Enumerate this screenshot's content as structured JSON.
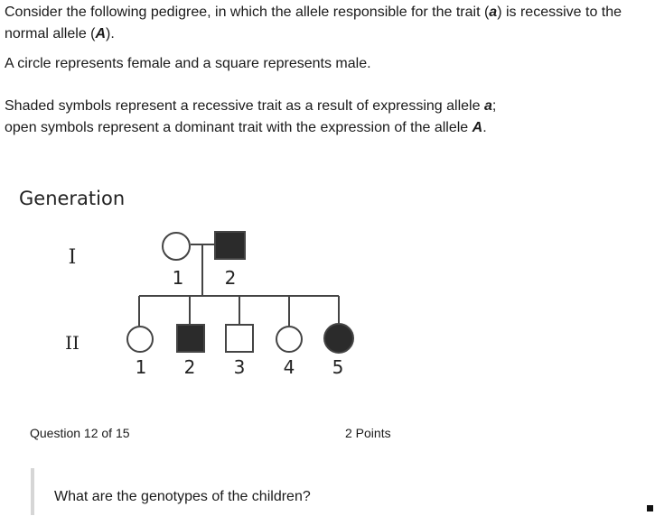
{
  "intro": {
    "line1_start": "Consider the following pedigree, in which the allele responsible for the trait (",
    "line1_allele_recessive": "a",
    "line1_mid": ") is recessive to the normal allele (",
    "line1_allele_dominant": "A",
    "line1_end": ").",
    "line2": "A circle represents female and a square represents male.",
    "line3_start": "Shaded symbols represent a recessive trait as a result of expressing allele ",
    "line3_allele": "a",
    "line3_end": ";",
    "line4_start": "open symbols represent a dominant trait with the expression of the allele ",
    "line4_allele": "A",
    "line4_end": "."
  },
  "pedigree": {
    "heading": "Generation",
    "generations": [
      {
        "label": "I",
        "members": [
          {
            "number": "1",
            "sex": "female",
            "affected": false
          },
          {
            "number": "2",
            "sex": "male",
            "affected": true
          }
        ]
      },
      {
        "label": "II",
        "members": [
          {
            "number": "1",
            "sex": "female",
            "affected": false
          },
          {
            "number": "2",
            "sex": "male",
            "affected": true
          },
          {
            "number": "3",
            "sex": "male",
            "affected": false
          },
          {
            "number": "4",
            "sex": "female",
            "affected": false
          },
          {
            "number": "5",
            "sex": "female",
            "affected": true
          }
        ]
      }
    ],
    "colors": {
      "line": "#444444",
      "affected_fill": "#2b2b2b",
      "open_fill": "#ffffff"
    }
  },
  "question": {
    "counter": "Question 12 of 15",
    "points": "2 Points",
    "text": "What are the genotypes of the children?"
  }
}
